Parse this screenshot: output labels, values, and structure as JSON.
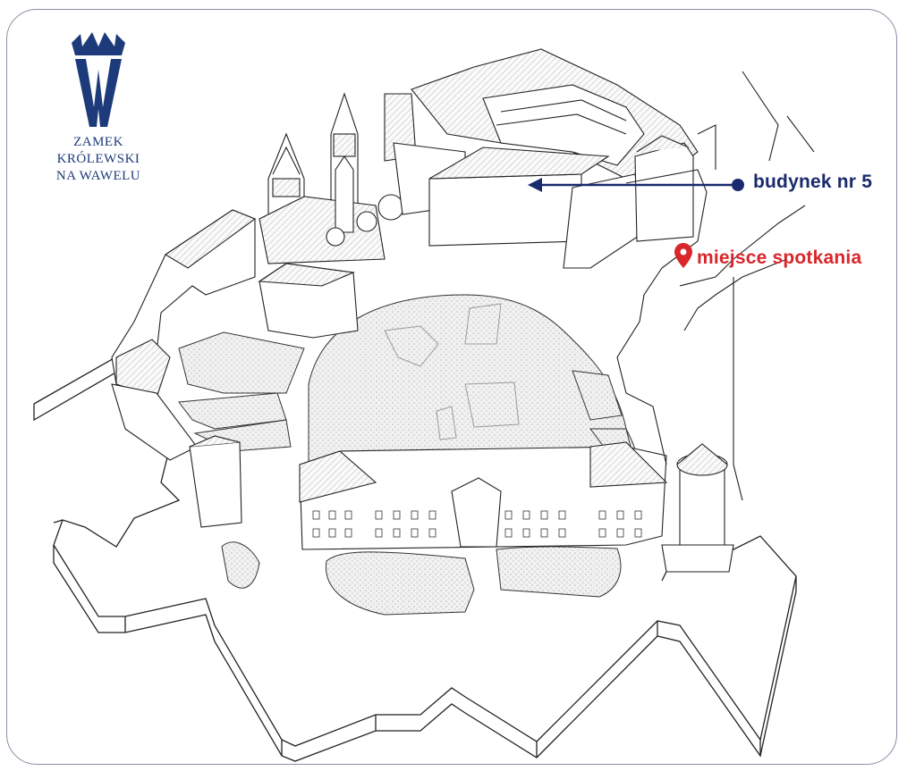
{
  "logo": {
    "line1": "ZAMEK",
    "line2": "KRÓLEWSKI",
    "line3": "NA WAWELU",
    "icon": "crowned-w-emblem"
  },
  "markers": {
    "building": {
      "label": "budynek nr 5",
      "color": "#1a2a6e",
      "icon": "arrow-dot-icon"
    },
    "meeting": {
      "label": "miejsce spotkania",
      "color": "#d8262b",
      "icon": "map-pin-icon"
    }
  },
  "colors": {
    "outline": "#222222",
    "frame": "#8a8fa3",
    "courtyard": "#dcdcdc",
    "brand": "#1d3a7a"
  }
}
